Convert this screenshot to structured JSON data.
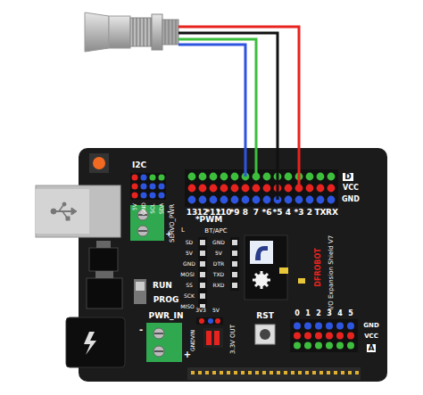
{
  "diagram": {
    "labels": [
      "I2C",
      "5V",
      "GND",
      "SCL",
      "SDA",
      "SERVO_PWR",
      "-",
      "+",
      "*PWM",
      "13",
      "12",
      "*11",
      "*10",
      "*9",
      "8",
      "7",
      "*6",
      "*5",
      "4",
      "*3",
      "2",
      "TX",
      "RX",
      "D",
      "VCC",
      "GND",
      "L",
      "BT/APC",
      "GND",
      "5V",
      "DTR",
      "TXD",
      "RXD",
      "SD",
      "5V",
      "GND",
      "MOSI",
      "SS",
      "SCK",
      "MISO",
      "RUN",
      "PROG",
      "PWR_IN",
      "-",
      "+",
      "3V3",
      "5V",
      "GNDVIN",
      "3.3V OUT",
      "RST",
      "0",
      "1",
      "2",
      "3",
      "4",
      "5",
      "GND",
      "VCC",
      "A",
      "DFROBOT",
      "I/O Expansion Shield V7"
    ]
  }
}
